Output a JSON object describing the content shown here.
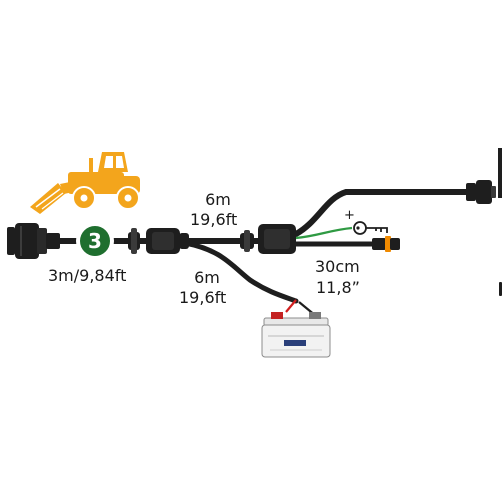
{
  "badge": {
    "number": "3",
    "color": "#1f6f2f"
  },
  "labels": {
    "main_cable_length": "3m/9,84ft",
    "upper_branch_m": "6m",
    "upper_branch_ft": "19,6ft",
    "lower_branch_m": "6m",
    "lower_branch_ft": "19,6ft",
    "short_branch_cm": "30cm",
    "short_branch_in": "11,8”",
    "plus_sign": "+"
  },
  "colors": {
    "machine_orange": "#f3a51c",
    "cable": "#1e1e1e",
    "connector_orange": "#f08a00",
    "positive_wire": "#d21f1f",
    "ignition_wire": "#2f9a43"
  },
  "icons": [
    "tractor-loader-icon",
    "key-icon",
    "battery-icon",
    "plug-connector-icon"
  ]
}
